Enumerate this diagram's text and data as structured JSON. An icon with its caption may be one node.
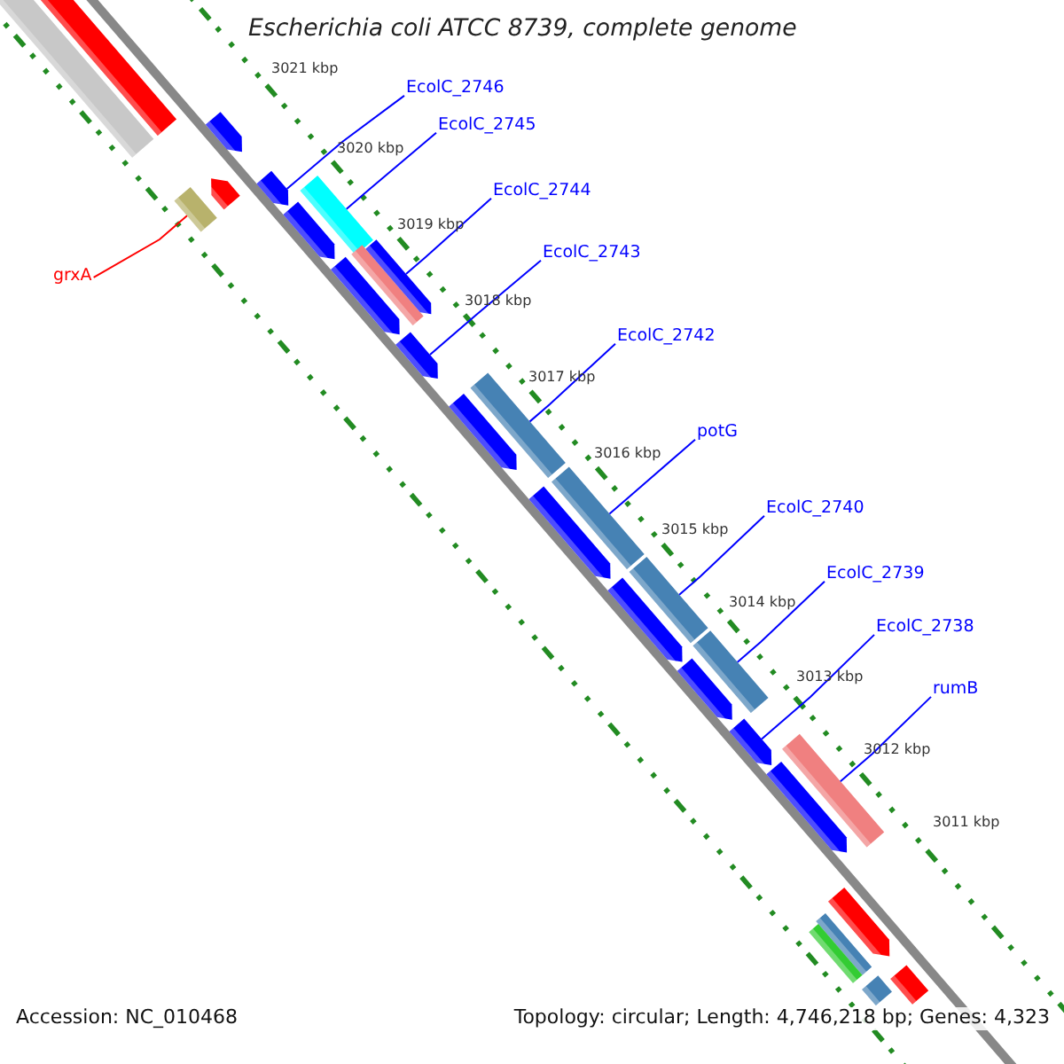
{
  "diagram": {
    "title": "Escherichia coli ATCC 8739, complete genome",
    "nodes": [
      {
        "text": [
          "EcolC_2746"
        ]
      },
      {
        "text": [
          "EcolC_2745"
        ]
      },
      {
        "text": [
          "EcolC_2744"
        ]
      },
      {
        "text": [
          "EcolC_2743"
        ]
      },
      {
        "text": [
          "grxA"
        ]
      },
      {
        "text": [
          "EcolC_2742"
        ]
      },
      {
        "text": [
          "potG"
        ]
      },
      {
        "text": [
          "EcolC_2740"
        ]
      },
      {
        "text": [
          "EcolC_2739"
        ]
      },
      {
        "text": [
          "EcolC_2738"
        ]
      },
      {
        "text": [
          "rumB"
        ]
      },
      {
        "text": [],
        "shape": "bar"
      },
      {
        "text": [],
        "shape": "bar"
      },
      {
        "text": [],
        "shape": "pentagon"
      },
      {
        "text": [],
        "shape": "bar"
      },
      {
        "text": [],
        "shape": "pentagon"
      },
      {
        "text": [],
        "shape": "pentagon"
      },
      {
        "text": [],
        "shape": "bar"
      },
      {
        "text": [],
        "shape": "pentagon"
      },
      {
        "text": [],
        "shape": "pentagon"
      },
      {
        "text": [],
        "shape": "bar"
      },
      {
        "text": [],
        "shape": "pentagon"
      },
      {
        "text": [],
        "shape": "pentagon"
      },
      {
        "text": [],
        "shape": "pentagon"
      },
      {
        "text": [],
        "shape": "bar"
      },
      {
        "text": [],
        "shape": "pentagon"
      },
      {
        "text": [],
        "shape": "bar"
      },
      {
        "text": [],
        "shape": "bar"
      },
      {
        "text": [],
        "shape": "pentagon"
      },
      {
        "text": [],
        "shape": "bar"
      },
      {
        "text": [],
        "shape": "pentagon"
      },
      {
        "text": [],
        "shape": "pentagon"
      },
      {
        "text": [],
        "shape": "bar"
      },
      {
        "text": [],
        "shape": "pentagon"
      },
      {
        "text": [],
        "shape": "pentagon"
      },
      {
        "text": [],
        "shape": "bar"
      },
      {
        "text": [],
        "shape": "bar"
      },
      {
        "text": [],
        "shape": "bar"
      },
      {
        "text": [],
        "shape": "bar"
      }
    ],
    "edges": [
      {
        "from": 0,
        "to": 16,
        "arrow": "none"
      },
      {
        "from": 1,
        "to": 17,
        "arrow": "none"
      },
      {
        "from": 2,
        "to": 21,
        "arrow": "none"
      },
      {
        "from": 3,
        "to": 22,
        "arrow": "none"
      },
      {
        "from": 4,
        "to": 14,
        "arrow": "none",
        "color": "#ff0000"
      },
      {
        "from": 5,
        "to": 24,
        "arrow": "none"
      },
      {
        "from": 6,
        "to": 26,
        "arrow": "none"
      },
      {
        "from": 7,
        "to": 27,
        "arrow": "none"
      },
      {
        "from": 8,
        "to": 29,
        "arrow": "none"
      },
      {
        "from": 9,
        "to": 31,
        "arrow": "none"
      },
      {
        "from": 10,
        "to": 32,
        "arrow": "none"
      }
    ],
    "labels": [
      "3021 kbp",
      "3020 kbp",
      "3019 kbp",
      "3018 kbp",
      "3017 kbp",
      "3016 kbp",
      "3015 kbp",
      "3014 kbp",
      "3013 kbp",
      "3012 kbp",
      "3011 kbp",
      "Accession: NC_010468",
      "Topology: circular; Length: 4,746,218 bp; Genes: 4,323"
    ]
  }
}
